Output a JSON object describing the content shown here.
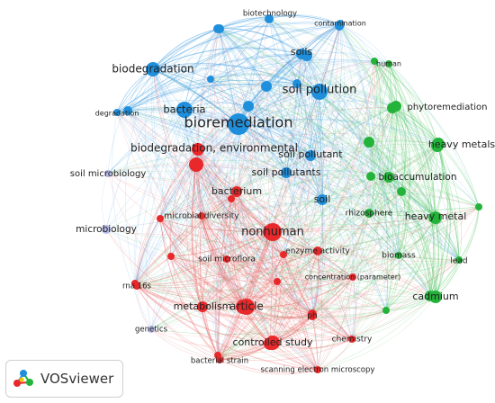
{
  "app": {
    "name": "VOSviewer"
  },
  "colors": {
    "cluster-blue": "#1f8fdc",
    "cluster-green": "#23b33a",
    "cluster-red": "#e8282a",
    "cluster-lavender": "#b3b8e6",
    "edge-blue": "#4ba3e3",
    "edge-green": "#4cc45e",
    "edge-red": "#f06a6a",
    "edge-lavender": "#c6c9ee"
  },
  "network": {
    "nodes": [
      {
        "id": "biotechnology",
        "label": "biotechnology",
        "cluster": "blue"
      },
      {
        "id": "contamination",
        "label": "contamination",
        "cluster": "blue"
      },
      {
        "id": "biodegradation",
        "label": "biodegradation",
        "cluster": "blue"
      },
      {
        "id": "soils",
        "label": "soils",
        "cluster": "blue"
      },
      {
        "id": "degradation",
        "label": "degradation",
        "cluster": "blue"
      },
      {
        "id": "bacteria",
        "label": "bacteria",
        "cluster": "blue"
      },
      {
        "id": "soil-pollution",
        "label": "soil pollution",
        "cluster": "blue"
      },
      {
        "id": "bioremediation",
        "label": "bioremediation",
        "cluster": "blue"
      },
      {
        "id": "soil-pollutant",
        "label": "soil pollutant",
        "cluster": "blue"
      },
      {
        "id": "soil-pollutants",
        "label": "soil pollutants",
        "cluster": "blue"
      },
      {
        "id": "soil",
        "label": "soil",
        "cluster": "blue"
      },
      {
        "id": "human",
        "label": "human",
        "cluster": "green"
      },
      {
        "id": "phytoremediation",
        "label": "phytoremediation",
        "cluster": "green"
      },
      {
        "id": "heavy-metals",
        "label": "heavy metals",
        "cluster": "green"
      },
      {
        "id": "bioaccumulation",
        "label": "bioaccumulation",
        "cluster": "green"
      },
      {
        "id": "rhizosphere",
        "label": "rhizosphere",
        "cluster": "green"
      },
      {
        "id": "heavy-metal",
        "label": "heavy metal",
        "cluster": "green"
      },
      {
        "id": "biomass",
        "label": "biomass",
        "cluster": "green"
      },
      {
        "id": "lead",
        "label": "lead",
        "cluster": "green"
      },
      {
        "id": "cadmium",
        "label": "cadmium",
        "cluster": "green"
      },
      {
        "id": "biodegradation-environmental",
        "label": "biodegradation, environmental",
        "cluster": "red"
      },
      {
        "id": "bacterium",
        "label": "bacterium",
        "cluster": "red"
      },
      {
        "id": "microbial-diversity",
        "label": "microbial diversity",
        "cluster": "red"
      },
      {
        "id": "nonhuman",
        "label": "nonhuman",
        "cluster": "red"
      },
      {
        "id": "enzyme-activity",
        "label": "enzyme activity",
        "cluster": "red"
      },
      {
        "id": "soil-microflora",
        "label": "soil microflora",
        "cluster": "red"
      },
      {
        "id": "concentration-parameter",
        "label": "concentration (parameter)",
        "cluster": "red"
      },
      {
        "id": "rna-16s",
        "label": "rna 16s",
        "cluster": "red"
      },
      {
        "id": "metabolism",
        "label": "metabolism",
        "cluster": "red"
      },
      {
        "id": "article",
        "label": "article",
        "cluster": "red"
      },
      {
        "id": "ph",
        "label": "ph",
        "cluster": "red"
      },
      {
        "id": "controlled-study",
        "label": "controlled study",
        "cluster": "red"
      },
      {
        "id": "chemistry",
        "label": "chemistry",
        "cluster": "red"
      },
      {
        "id": "bacterial-strain",
        "label": "bacterial strain",
        "cluster": "red"
      },
      {
        "id": "scanning-electron-microscopy",
        "label": "scanning electron microscopy",
        "cluster": "red"
      },
      {
        "id": "soil-microbiology",
        "label": "soil microbiology",
        "cluster": "lavender"
      },
      {
        "id": "microbiology",
        "label": "microbiology",
        "cluster": "lavender"
      },
      {
        "id": "genetics",
        "label": "genetics",
        "cluster": "lavender"
      }
    ]
  }
}
